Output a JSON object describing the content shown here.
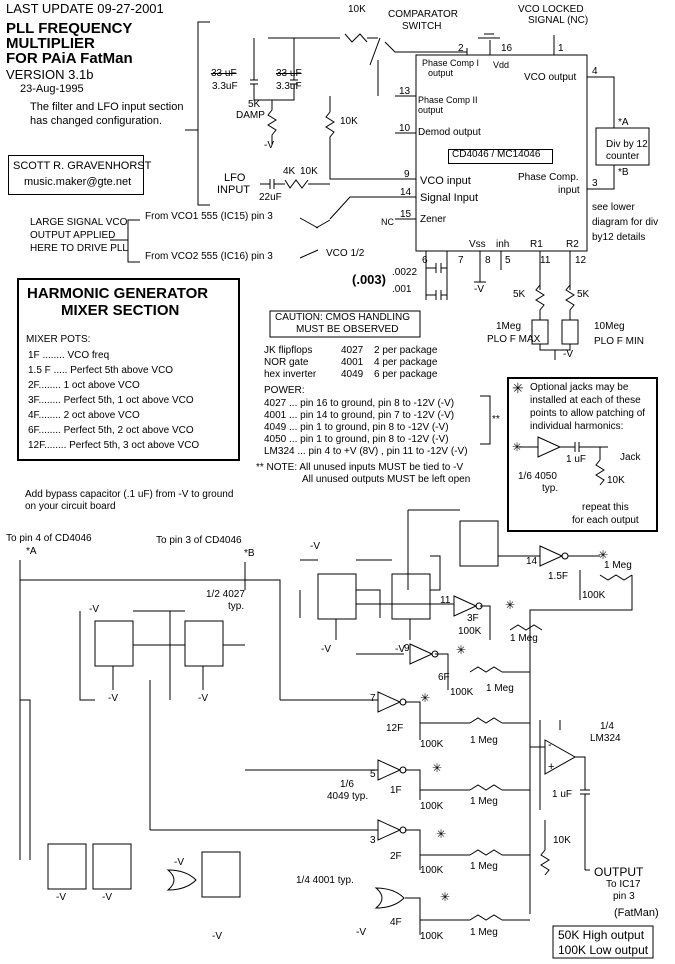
{
  "header": {
    "last_update": "LAST UPDATE 09-27-2001",
    "title_line1": "PLL FREQUENCY",
    "title_line2": "MULTIPLIER",
    "title_line3": "FOR PAiA FatMan",
    "version": "VERSION 3.1b",
    "date": "23-Aug-1995",
    "note_line1": "The filter and LFO input section",
    "note_line2": "has changed configuration."
  },
  "author": {
    "name": "SCOTT R. GRAVENHORST",
    "email": "music.maker@gte.net"
  },
  "pll": {
    "res_10k_top": "10K",
    "comparator_switch_1": "COMPARATOR",
    "comparator_switch_2": "SWITCH",
    "vco_locked_1": "VCO LOCKED",
    "vco_locked_2": "SIGNAL (NC)",
    "cap1_struck": "33 uF",
    "cap1": "3.3uF",
    "cap2_struck": "33 uF",
    "cap2": "3.3uF",
    "damp_res": "5K",
    "damp": "DAMP",
    "minus_v": "-V",
    "res_10k_mid": "10K",
    "lfo_input_1": "LFO",
    "lfo_input_2": "INPUT",
    "lfo_res_a": "4K",
    "lfo_res_b": "10K",
    "lfo_cap": "22uF",
    "chip_label": "CD4046 / MC14046",
    "pin_phase_comp_1": "Phase Comp I",
    "pin_phase_comp_1b": "output",
    "pin_vdd": "Vdd",
    "pin_vco_out": "VCO output",
    "pin_phase_comp_2": "Phase Comp II",
    "pin_phase_comp_2b": "output",
    "pin_demod": "Demod output",
    "pin_vco_in": "VCO input",
    "pin_signal_in": "Signal Input",
    "pin_zener": "Zener",
    "pin_nc": "NC",
    "pin_pc_input_1": "Phase Comp.",
    "pin_pc_input_2": "input",
    "pin_vss": "Vss",
    "pin_inh": "inh",
    "pin_r1": "R1",
    "pin_r2": "R2",
    "n2": "2",
    "n16": "16",
    "n1": "1",
    "n4": "4",
    "n13": "13",
    "n10": "10",
    "n9": "9",
    "n14": "14",
    "n15": "15",
    "n3": "3",
    "n6": "6",
    "n7": "7",
    "n8": "8",
    "n5": "5",
    "n11": "11",
    "n12": "12",
    "div_1": "Div by 12",
    "div_2": "counter",
    "star_a": "*A",
    "star_b": "*B",
    "see_lower_1": "see lower",
    "see_lower_2": "diagram for div",
    "see_lower_3": "by12 details",
    "large_sig_1": "LARGE SIGNAL VCO",
    "large_sig_2": "OUTPUT APPLIED",
    "large_sig_3": "HERE TO DRIVE PLL",
    "from_vco1": "From VCO1 555 (IC15) pin 3",
    "from_vco2": "From VCO2 555 (IC16) pin 3",
    "vco_sel": "VCO 1/2",
    "cap_003": "(.003)",
    "cap_0022": ".0022",
    "cap_001": ".001",
    "r1_5k": "5K",
    "r2_5k": "5K",
    "pot_1meg": "1Meg",
    "plo_max": "PLO F MAX",
    "pot_10meg": "10Meg",
    "plo_min": "PLO F MIN"
  },
  "harmonic_box": {
    "line1": "HARMONIC GENERATOR",
    "line2": "MIXER SECTION",
    "mixer_pots": "MIXER POTS:",
    "rows": [
      "1F ........ VCO freq",
      "1.5 F ..... Perfect 5th above VCO",
      "2F........ 1 oct above VCO",
      "3F........ Perfect 5th, 1 oct above VCO",
      "4F........ 2 oct above VCO",
      "6F........ Perfect 5th, 2 oct above VCO",
      "12F........ Perfect 5th, 3 oct above VCO"
    ]
  },
  "caution": {
    "line1": "CAUTION: CMOS HANDLING",
    "line2": "MUST BE OBSERVED"
  },
  "parts": [
    {
      "name": "JK flipflops",
      "num": "4027",
      "pkg": "2 per package"
    },
    {
      "name": "NOR gate",
      "num": "4001",
      "pkg": "4 per package"
    },
    {
      "name": "hex inverter",
      "num": "4049",
      "pkg": "6 per package"
    }
  ],
  "power": {
    "title": "POWER:",
    "rows": [
      "4027 ... pin 16 to ground, pin 8 to -12V (-V)",
      "4001 ... pin 14 to ground, pin 7 to -12V (-V)",
      "4049 ... pin 1   to ground, pin 8 to -12V (-V)",
      "4050 ... pin 1   to ground, pin 8 to -12V (-V)",
      "LM324 ... pin 4 to +V (8V) , pin 11 to -12V (-V)"
    ],
    "stars": "**",
    "note1": "** NOTE: All unused inputs MUST be tied to -V",
    "note2": "All unused outputs MUST be left open"
  },
  "jacks": {
    "line1": "Optional jacks may be",
    "line2": "installed at each of these",
    "line3": "points to allow patching of",
    "line4": "individual harmonics:",
    "buffer": "1/6 4050",
    "typ": "typ.",
    "cap": "1 uF",
    "jack": "Jack",
    "res": "10K",
    "repeat1": "repeat this",
    "repeat2": "for each output"
  },
  "bypass": {
    "line1": "Add bypass capacitor (.1 uF) from -V to ground",
    "line2": "on your circuit board"
  },
  "lower": {
    "to_pin4": "To pin 4 of CD4046",
    "star_a": "*A",
    "to_pin3": "To pin 3 of CD4046",
    "star_b": "*B",
    "ff_label_1": "1/2  4027",
    "ff_label_2": "typ.",
    "inv_label_1": "1/6",
    "inv_label_2": "4049 typ.",
    "nor_label": "1/4 4001 typ.",
    "opamp_1": "1/4",
    "opamp_2": "LM324",
    "cap": "1 uF",
    "res_10k": "10K",
    "output": "OUTPUT",
    "to_ic17_1": "To IC17",
    "to_ic17_2": "pin 3",
    "fatman": "(FatMan)",
    "out_high": "50K High output",
    "out_low": "100K Low output",
    "minus_v": "-V",
    "one_meg": "1 Meg",
    "hundred_k": "100K",
    "inv14": "14",
    "inv11": "11",
    "inv9": "9",
    "inv7": "7",
    "inv5": "5",
    "inv3": "3",
    "h15": "1.5F",
    "h3": "3F",
    "h6": "6F",
    "h12": "12F",
    "h1": "1F",
    "h2": "2F",
    "h4": "4F",
    "op_minus": "-",
    "op_plus": "+"
  }
}
